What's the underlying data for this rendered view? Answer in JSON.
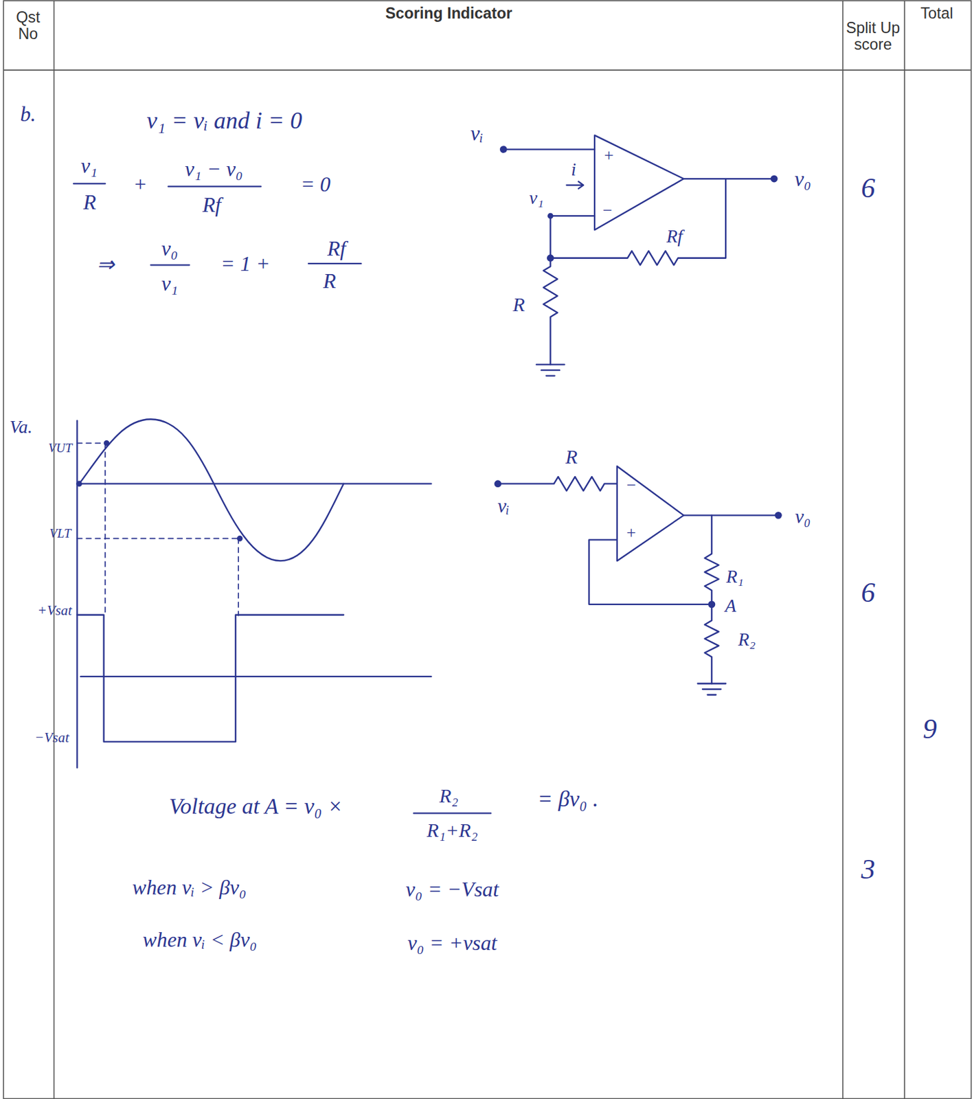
{
  "diagram": {
    "labels": [
      "Qst No",
      "Scoring Indicator",
      "Split Up score",
      "Total",
      "b.",
      "v₁ = vᵢ and i = 0",
      "v₁",
      "R",
      "+",
      "v₁ − v₀",
      "Rf",
      "= 0",
      "⇒",
      "v₀",
      "v₁",
      "= 1 +",
      "Rf",
      "R",
      "vᵢ",
      "v₁",
      "i",
      "+",
      "−",
      "v₀",
      "Rf",
      "R",
      "6",
      "Va.",
      "VUT",
      "VLT",
      "+Vsat",
      "−Vsat",
      "R",
      "vᵢ",
      "−",
      "+",
      "v₀",
      "R₁",
      "A",
      "R₂",
      "6",
      "9",
      "Voltage at A = v₀ ×",
      "R₂",
      "R₁+R₂",
      "= βv₀ .",
      "3",
      "when vᵢ > βv₀",
      "v₀ = −Vsat",
      "when vᵢ < βv₀",
      "v₀ = +vsat"
    ]
  }
}
